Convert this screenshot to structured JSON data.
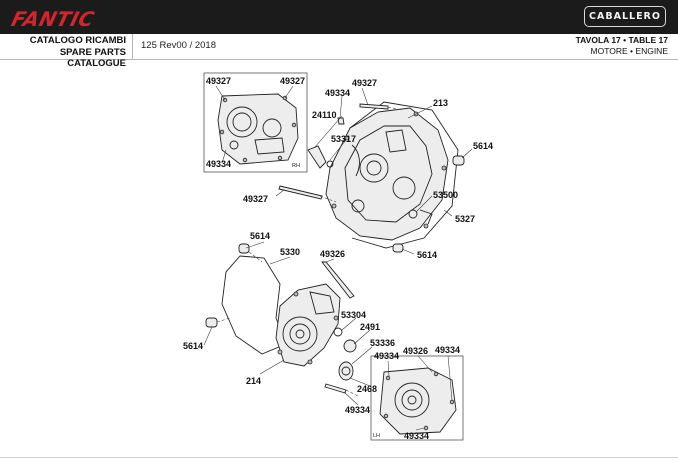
{
  "brand": {
    "logo_text": "FANTIC",
    "model_badge": "CABALLERO"
  },
  "header": {
    "catalogue_line1": "CATALOGO RICAMBI",
    "catalogue_line2": "SPARE PARTS CATALOGUE",
    "revision": "125 Rev00 / 2018",
    "table_title": "TAVOLA 17 • TABLE 17",
    "table_subtitle": "MOTORE • ENGINE"
  },
  "insets": {
    "rh_tag": "RH",
    "lh_tag": "LH"
  },
  "callouts": {
    "c1": "49327",
    "c2": "49327",
    "c3": "49334",
    "c4": "49327",
    "c5": "49334",
    "c6": "213",
    "c7": "24110",
    "c8": "53317",
    "c9": "5614",
    "c10": "49327",
    "c11": "53500",
    "c12": "5327",
    "c13": "5614",
    "c14": "5330",
    "c15": "49326",
    "c16": "5614",
    "c17": "53304",
    "c18": "2491",
    "c19": "5614",
    "c20": "53336",
    "c21": "49334",
    "c22": "49326",
    "c23": "49334",
    "c24": "214",
    "c25": "2468",
    "c26": "49334",
    "c27": "49334"
  }
}
